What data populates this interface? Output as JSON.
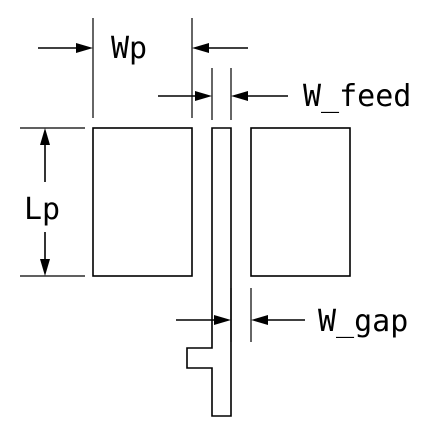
{
  "labels": {
    "patch_width": "Wp",
    "feed_width": "W_feed",
    "patch_length": "Lp",
    "gap_width": "W_gap"
  }
}
